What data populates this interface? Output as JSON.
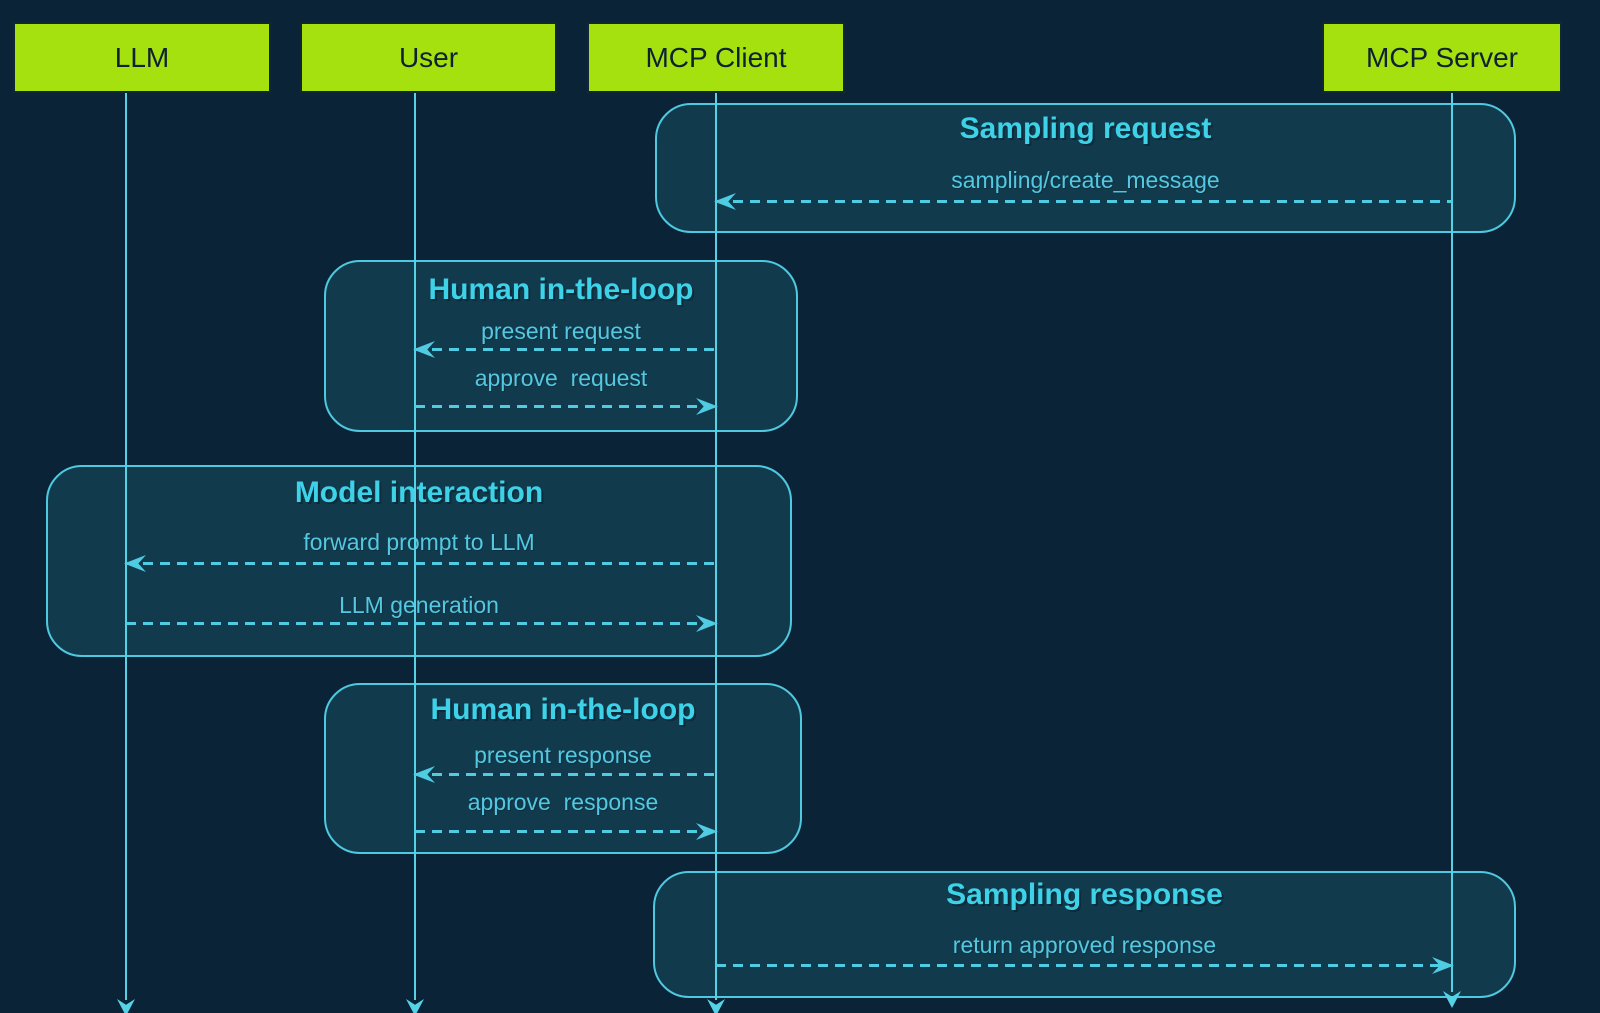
{
  "diagram": {
    "actors": [
      {
        "id": "llm",
        "label": "LLM"
      },
      {
        "id": "user",
        "label": "User"
      },
      {
        "id": "mcp-client",
        "label": "MCP Client"
      },
      {
        "id": "mcp-server",
        "label": "MCP Server"
      }
    ],
    "frames": [
      {
        "id": "sampling-request",
        "title": "Sampling request",
        "messages": [
          {
            "label": "sampling/create_message",
            "from": "MCP Server",
            "to": "MCP Client",
            "direction": "left",
            "style": "dashed"
          }
        ]
      },
      {
        "id": "human-in-the-loop-request",
        "title": "Human in-the-loop",
        "messages": [
          {
            "label": "present request",
            "from": "MCP Client",
            "to": "User",
            "direction": "left",
            "style": "dashed"
          },
          {
            "label": "approve  request",
            "from": "User",
            "to": "MCP Client",
            "direction": "right",
            "style": "dashed"
          }
        ]
      },
      {
        "id": "model-interaction",
        "title": "Model interaction",
        "messages": [
          {
            "label": "forward prompt to LLM",
            "from": "MCP Client",
            "to": "LLM",
            "direction": "left",
            "style": "dashed"
          },
          {
            "label": "LLM generation",
            "from": "LLM",
            "to": "MCP Client",
            "direction": "right",
            "style": "dashed"
          }
        ]
      },
      {
        "id": "human-in-the-loop-response",
        "title": "Human in-the-loop",
        "messages": [
          {
            "label": "present response",
            "from": "MCP Client",
            "to": "User",
            "direction": "left",
            "style": "dashed"
          },
          {
            "label": "approve  response",
            "from": "User",
            "to": "MCP Client",
            "direction": "right",
            "style": "dashed"
          }
        ]
      },
      {
        "id": "sampling-response",
        "title": "Sampling response",
        "messages": [
          {
            "label": "return approved response",
            "from": "MCP Client",
            "to": "MCP Server",
            "direction": "right",
            "style": "dashed"
          }
        ]
      }
    ],
    "theme": {
      "background": "#0b2337",
      "frame_fill": "#113b4d",
      "frame_border": "#4ec9e0",
      "arrow_cyan": "#4fcbe2",
      "lifeline_cyan": "#55d2e6",
      "title_cyan": "#3dd2e8",
      "label_cyan": "#54c8e0",
      "actor_green": "#a5e00f",
      "actor_text": "#0f2133"
    }
  }
}
